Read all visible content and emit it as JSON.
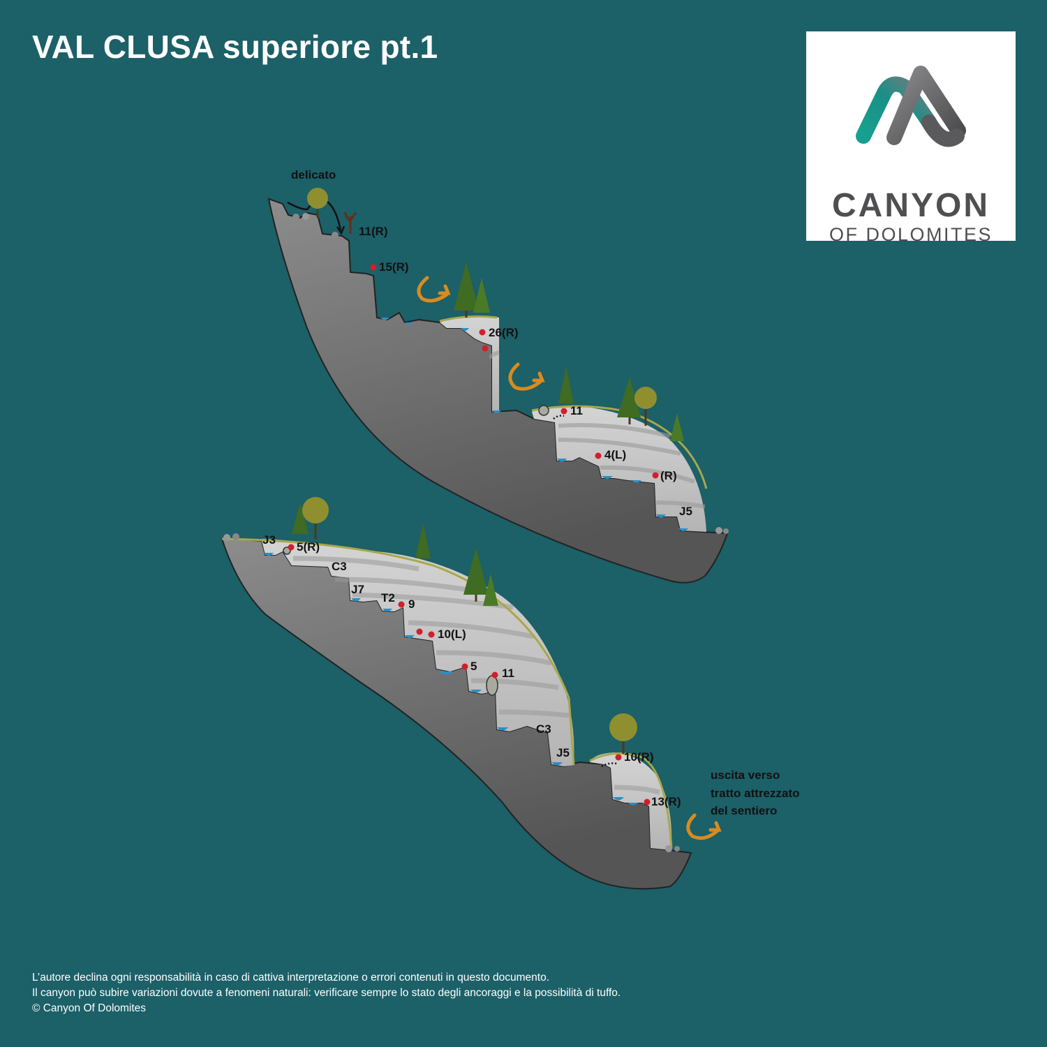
{
  "title": "VAL CLUSA superiore pt.1",
  "logo": {
    "line1": "CANYON",
    "line2": "OF DOLOMITES",
    "colors": {
      "teal": "#1a9c8e",
      "gray": "#5a5a5c"
    }
  },
  "colors": {
    "background": "#1c6068",
    "rock": "#6b6b6b",
    "canyon_wall": "#c4c4c4",
    "water": "#2a8fc4",
    "anchor": "#d0202a",
    "arrow": "#d98b1f",
    "tree": "#3f6b22",
    "round_tree": "#8a8a2a"
  },
  "section1": {
    "note": "delicato",
    "labels": [
      "11(R)",
      "15(R)",
      "26(R)",
      "11",
      "4(L)",
      "(R)",
      "J5"
    ]
  },
  "section2": {
    "labels": [
      "J3",
      "5(R)",
      "C3",
      "J7",
      "T2",
      "9",
      "10(L)",
      "5",
      "11",
      "C3",
      "J5",
      "10(R)",
      "13(R)"
    ],
    "exit_note": [
      "uscita verso",
      "tratto attrezzato",
      "del sentiero"
    ]
  },
  "footer": {
    "line1": "L’autore declina ogni responsabilità in caso di cattiva interpretazione o errori contenuti in questo documento.",
    "line2": "Il canyon può subire variazioni dovute a fenomeni naturali: verificare sempre lo stato degli ancoraggi e la possibilità di tuffo.",
    "line3": " © Canyon Of Dolomites"
  }
}
